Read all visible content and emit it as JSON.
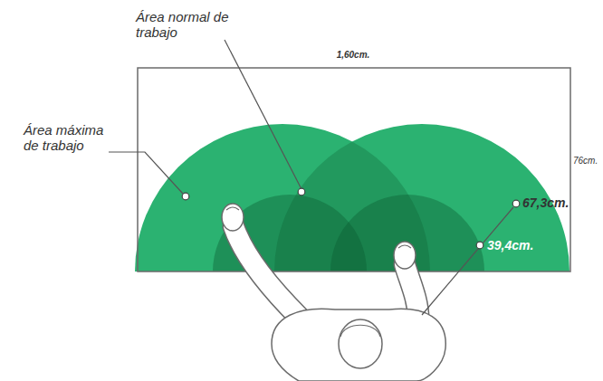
{
  "diagram": {
    "labels": [
      "Área normal de trabajo",
      "Área máxima de trabajo",
      "1,60cm.",
      "76cm.",
      "67,3cm.",
      "39,4cm."
    ]
  }
}
